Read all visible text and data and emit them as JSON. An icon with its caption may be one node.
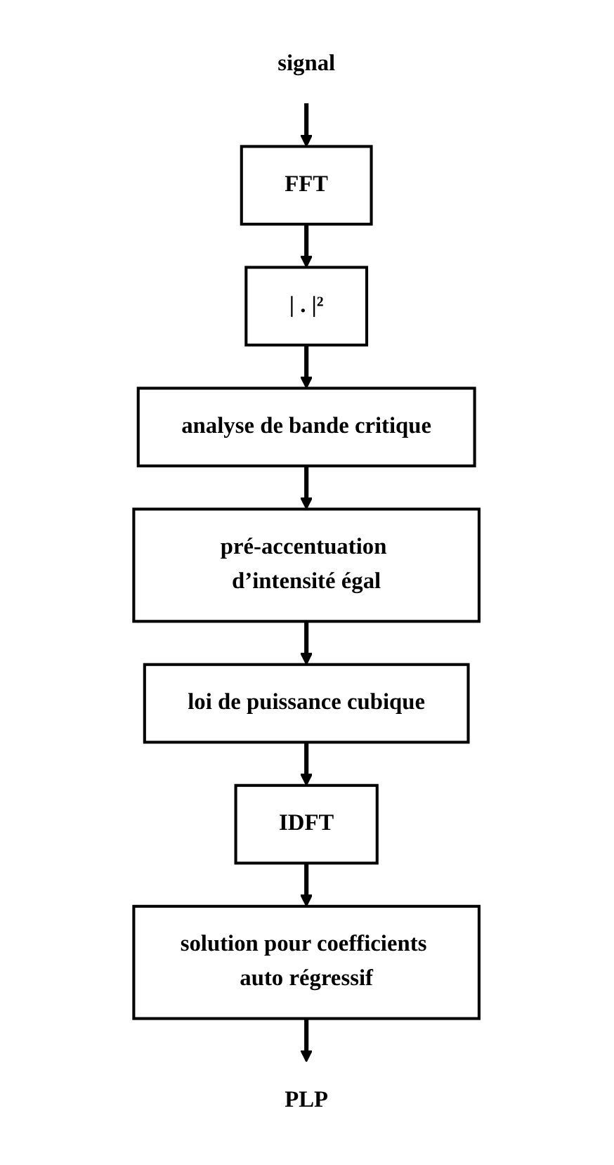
{
  "diagram": {
    "nodes": [
      {
        "text": [
          "signal"
        ]
      },
      {
        "text": [
          "FFT"
        ]
      },
      {
        "text": [
          "| . |²"
        ]
      },
      {
        "text": [
          "analyse de bande critique"
        ]
      },
      {
        "text": [
          "pré-accentuation d’intensité égal"
        ]
      },
      {
        "text": [
          "loi de puissance cubique"
        ]
      },
      {
        "text": [
          "IDFT"
        ]
      },
      {
        "text": [
          "solution pour coefficients auto régressif"
        ]
      },
      {
        "text": [
          "PLP"
        ]
      }
    ],
    "edges": [
      {
        "from": 0,
        "to": 1,
        "arrow": "to"
      },
      {
        "from": 1,
        "to": 2,
        "arrow": "to"
      },
      {
        "from": 2,
        "to": 3,
        "arrow": "to"
      },
      {
        "from": 3,
        "to": 4,
        "arrow": "to"
      },
      {
        "from": 4,
        "to": 5,
        "arrow": "to"
      },
      {
        "from": 5,
        "to": 6,
        "arrow": "to"
      },
      {
        "from": 6,
        "to": 7,
        "arrow": "to"
      },
      {
        "from": 7,
        "to": 8,
        "arrow": "to"
      }
    ]
  }
}
